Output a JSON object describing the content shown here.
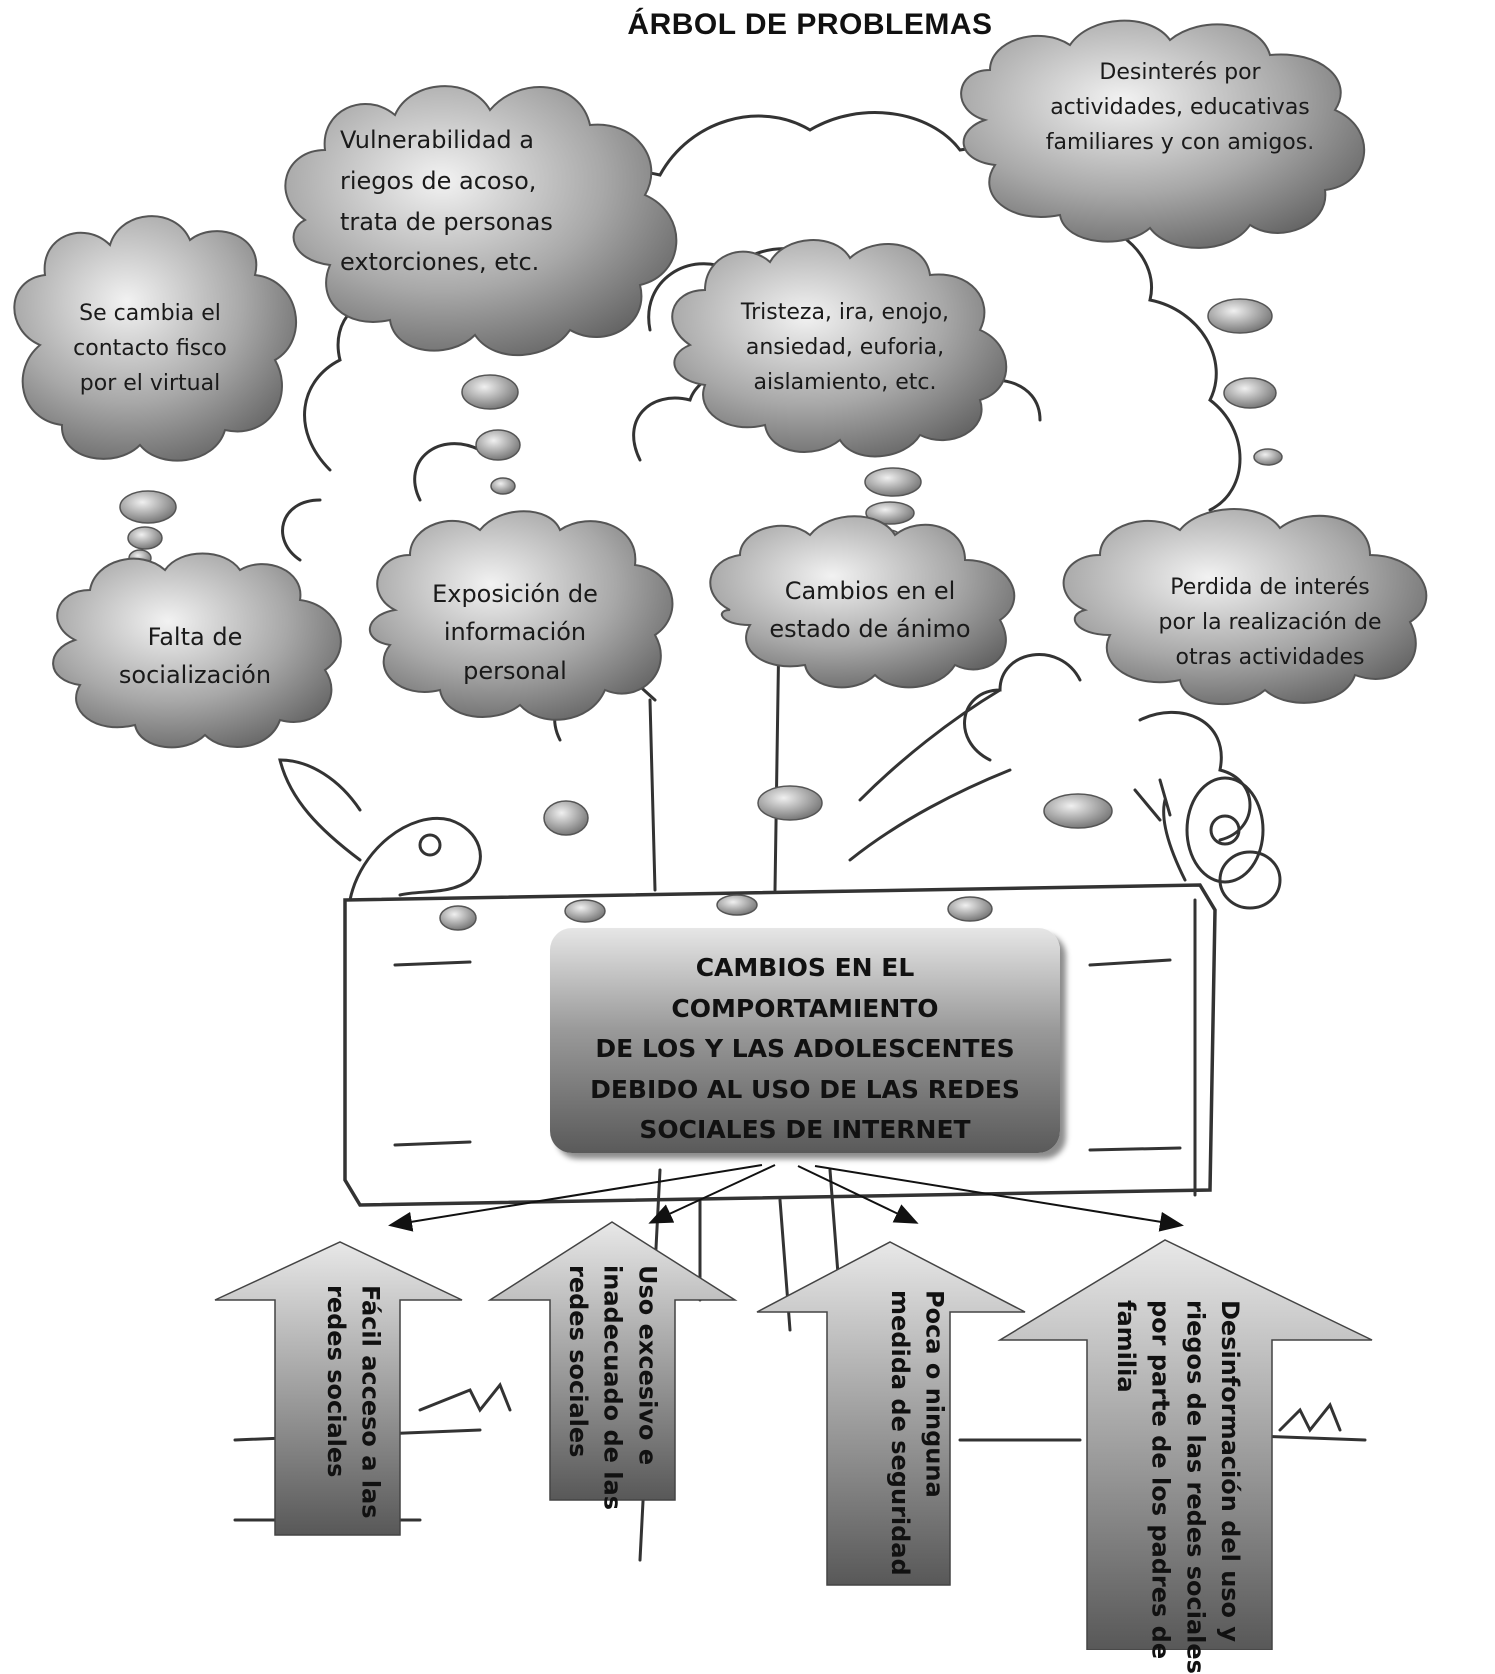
{
  "title": "ÁRBOL DE PROBLEMAS",
  "effects": [
    {
      "lines": [
        "Se cambia el",
        "contacto fisco",
        "por el virtual"
      ]
    },
    {
      "lines": [
        "Vulnerabilidad a",
        "riegos de acoso,",
        "trata de personas",
        "extorciones, etc."
      ]
    },
    {
      "lines": [
        "Tristeza, ira, enojo,",
        "ansiedad, euforia,",
        "aislamiento, etc."
      ]
    },
    {
      "lines": [
        "Desinterés por",
        "actividades, educativas",
        "familiares y con amigos."
      ]
    },
    {
      "lines": [
        "Falta de",
        "socialización"
      ]
    },
    {
      "lines": [
        "Exposición de",
        "información",
        "personal"
      ]
    },
    {
      "lines": [
        "Cambios en el",
        "estado de ánimo"
      ]
    },
    {
      "lines": [
        "Perdida de interés",
        "por la realización de",
        "otras actividades"
      ]
    }
  ],
  "central_problem": {
    "lines": [
      "CAMBIOS EN EL COMPORTAMIENTO",
      "DE LOS Y LAS ADOLESCENTES",
      "DEBIDO AL USO DE LAS REDES",
      "SOCIALES DE INTERNET"
    ]
  },
  "causes": [
    {
      "lines": [
        "Fácil  acceso a las",
        "redes sociales"
      ]
    },
    {
      "lines": [
        "Uso excesivo e",
        "inadecuado de las",
        "redes sociales"
      ]
    },
    {
      "lines": [
        "Poca o ninguna",
        "medida de seguridad"
      ]
    },
    {
      "lines": [
        "Desinformación del uso y",
        "riegos de las redes sociales",
        "por parte de los padres de",
        "familia"
      ]
    }
  ],
  "colors": {
    "cloud_light": "#f0f0f0",
    "cloud_dark": "#606060",
    "line": "#222222"
  }
}
